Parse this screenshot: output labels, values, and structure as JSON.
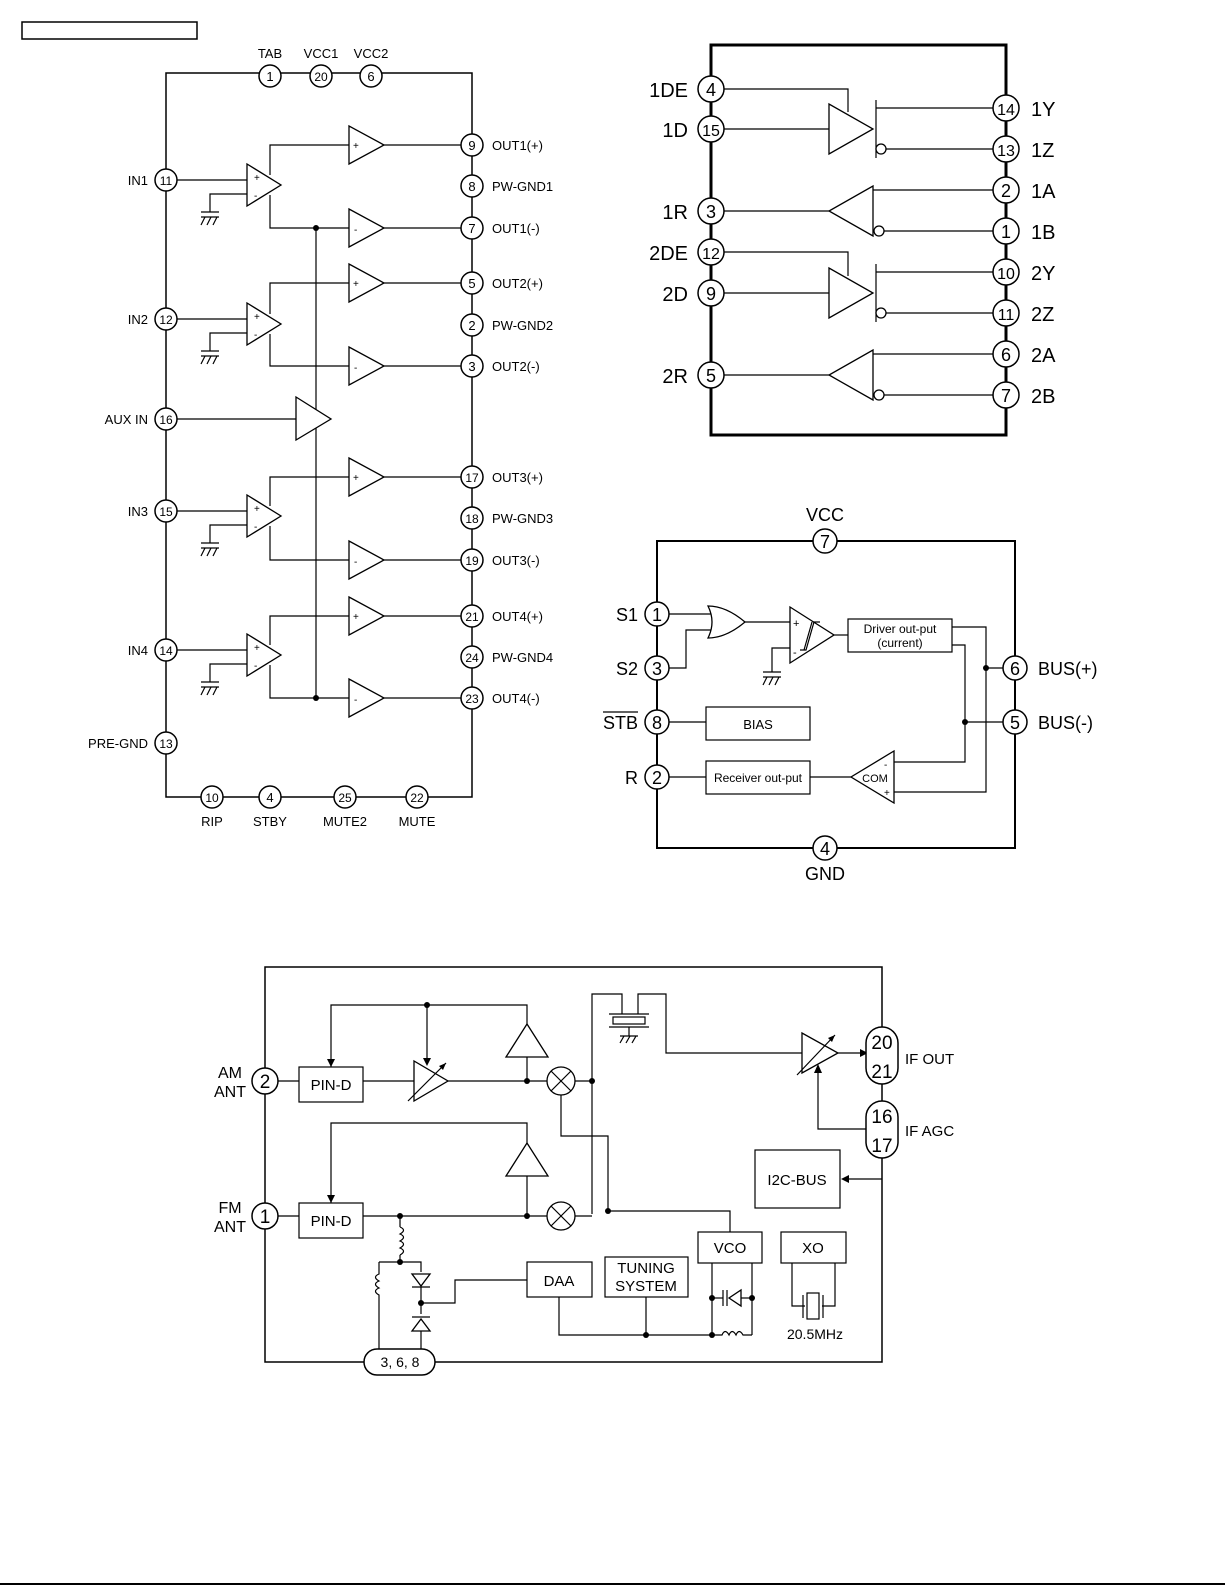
{
  "amp": {
    "top_pins": [
      {
        "num": "1",
        "label": "TAB"
      },
      {
        "num": "20",
        "label": "VCC1"
      },
      {
        "num": "6",
        "label": "VCC2"
      }
    ],
    "inputs": [
      {
        "num": "11",
        "label": "IN1"
      },
      {
        "num": "12",
        "label": "IN2"
      },
      {
        "num": "16",
        "label": "AUX IN"
      },
      {
        "num": "15",
        "label": "IN3"
      },
      {
        "num": "14",
        "label": "IN4"
      },
      {
        "num": "13",
        "label": "PRE-GND"
      }
    ],
    "outputs": [
      {
        "num": "9",
        "label": "OUT1(+)"
      },
      {
        "num": "8",
        "label": "PW-GND1"
      },
      {
        "num": "7",
        "label": "OUT1(-)"
      },
      {
        "num": "5",
        "label": "OUT2(+)"
      },
      {
        "num": "2",
        "label": "PW-GND2"
      },
      {
        "num": "3",
        "label": "OUT2(-)"
      },
      {
        "num": "17",
        "label": "OUT3(+)"
      },
      {
        "num": "18",
        "label": "PW-GND3"
      },
      {
        "num": "19",
        "label": "OUT3(-)"
      },
      {
        "num": "21",
        "label": "OUT4(+)"
      },
      {
        "num": "24",
        "label": "PW-GND4"
      },
      {
        "num": "23",
        "label": "OUT4(-)"
      }
    ],
    "bottom_pins": [
      {
        "num": "10",
        "label": "RIP"
      },
      {
        "num": "4",
        "label": "STBY"
      },
      {
        "num": "25",
        "label": "MUTE2"
      },
      {
        "num": "22",
        "label": "MUTE"
      }
    ],
    "plus": "+",
    "minus": "-"
  },
  "driver": {
    "left": [
      {
        "num": "4",
        "label": "1DE"
      },
      {
        "num": "15",
        "label": "1D"
      },
      {
        "num": "3",
        "label": "1R"
      },
      {
        "num": "12",
        "label": "2DE"
      },
      {
        "num": "9",
        "label": "2D"
      },
      {
        "num": "5",
        "label": "2R"
      }
    ],
    "right": [
      {
        "num": "14",
        "label": "1Y"
      },
      {
        "num": "13",
        "label": "1Z"
      },
      {
        "num": "2",
        "label": "1A"
      },
      {
        "num": "1",
        "label": "1B"
      },
      {
        "num": "10",
        "label": "2Y"
      },
      {
        "num": "11",
        "label": "2Z"
      },
      {
        "num": "6",
        "label": "2A"
      },
      {
        "num": "7",
        "label": "2B"
      }
    ]
  },
  "bus": {
    "vcc": {
      "num": "7",
      "label": "VCC"
    },
    "gnd": {
      "num": "4",
      "label": "GND"
    },
    "left": [
      {
        "num": "1",
        "label": "S1"
      },
      {
        "num": "3",
        "label": "S2"
      },
      {
        "num": "8",
        "label": "STB"
      },
      {
        "num": "2",
        "label": "R"
      }
    ],
    "right": [
      {
        "num": "6",
        "label": "BUS(+)"
      },
      {
        "num": "5",
        "label": "BUS(-)"
      }
    ],
    "driver_box": [
      "Driver out-put",
      "(current)"
    ],
    "bias_box": "BIAS",
    "receiver_box": "Receiver out-put",
    "com": "COM"
  },
  "tuner": {
    "am_label": [
      "AM",
      "ANT"
    ],
    "am_pin": "2",
    "fm_label": [
      "FM",
      "ANT"
    ],
    "fm_pin": "1",
    "pind": "PIN-D",
    "if_out_pins": [
      "20",
      "21"
    ],
    "if_out": "IF OUT",
    "if_agc_pins": [
      "16",
      "17"
    ],
    "if_agc": "IF AGC",
    "i2c": "I2C-BUS",
    "vco": "VCO",
    "xo": "XO",
    "daa": "DAA",
    "tuning": [
      "TUNING",
      "SYSTEM"
    ],
    "crystal": "20.5MHz",
    "gnd_pins": "3, 6, 8"
  }
}
